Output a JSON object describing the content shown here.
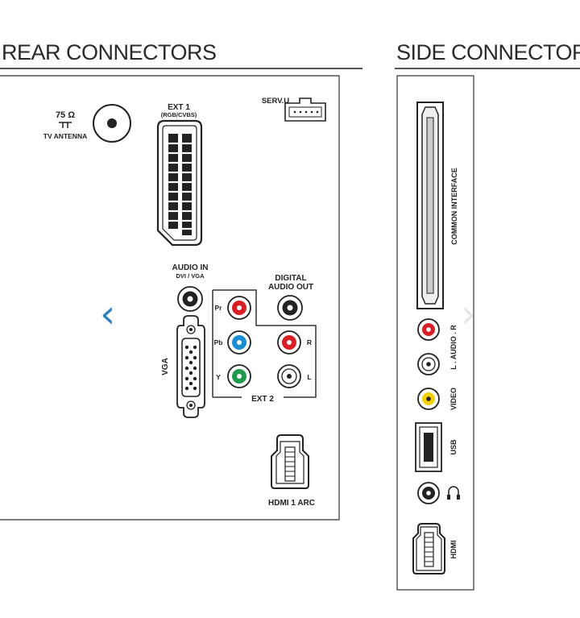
{
  "headers": {
    "rear": "REAR CONNECTORS",
    "side": "SIDE CONNECTORS"
  },
  "rear": {
    "antenna_ohm": "75 Ω",
    "antenna_label": "TV ANTENNA",
    "ext1_title": "EXT 1",
    "ext1_sub": "(RGB/CVBS)",
    "servu": "SERV.U",
    "audio_in": "AUDIO IN",
    "audio_in_sub": "DVI / VGA",
    "digital_audio_1": "DIGITAL",
    "digital_audio_2": "AUDIO OUT",
    "vga": "VGA",
    "pr": "Pr",
    "pb": "Pb",
    "y": "Y",
    "r": "R",
    "l": "L",
    "ext2": "EXT 2",
    "hdmi1": "HDMI 1 ARC"
  },
  "side": {
    "common_interface": "COMMON INTERFACE",
    "audio": "L . AUDIO . R",
    "video": "VIDEO",
    "usb": "USB",
    "hdmi": "HDMI"
  },
  "nav": {
    "prev": "‹",
    "next": "›"
  },
  "colors": {
    "red": "#d81f26",
    "blue": "#1b8ed3",
    "green": "#1f9a4a",
    "yellow": "#f4d000",
    "nav": "#2f7fb8"
  }
}
